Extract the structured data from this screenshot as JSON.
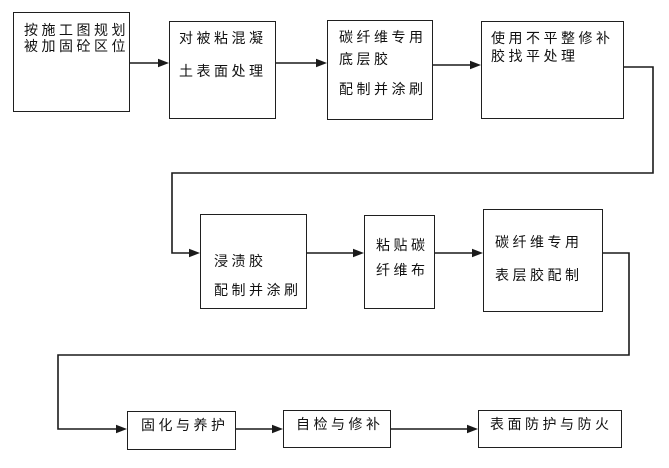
{
  "diagram": {
    "type": "flowchart",
    "background": "#ffffff",
    "line_color": "#1a1a1a",
    "text_color": "#111111",
    "nodes": [
      {
        "id": "plan-area",
        "lines": [
          "按施工图规划",
          "被加固砼区位"
        ]
      },
      {
        "id": "concrete-surface-treatment",
        "lines": [
          "对被粘混凝",
          "土表面处理"
        ]
      },
      {
        "id": "primer-glue-apply",
        "lines": [
          "碳纤维专用",
          "底层胶",
          "配制并涂刷"
        ]
      },
      {
        "id": "leveling-repair",
        "lines": [
          "使用不平整修补",
          "胶找平处理"
        ]
      },
      {
        "id": "impregnation-glue-apply",
        "lines": [
          "浸渍胶",
          "配制并涂刷"
        ]
      },
      {
        "id": "paste-carbon-cloth",
        "lines": [
          "粘贴碳",
          "纤维布"
        ]
      },
      {
        "id": "surface-glue-prepare",
        "lines": [
          "碳纤维专用",
          "表层胶配制"
        ]
      },
      {
        "id": "curing-maintenance",
        "lines": [
          "固化与养护"
        ]
      },
      {
        "id": "self-check-repair",
        "lines": [
          "自检与修补"
        ]
      },
      {
        "id": "surface-fire-protection",
        "lines": [
          "表面防护与防火"
        ]
      }
    ],
    "edges": [
      {
        "from": "plan-area",
        "to": "concrete-surface-treatment"
      },
      {
        "from": "concrete-surface-treatment",
        "to": "primer-glue-apply"
      },
      {
        "from": "primer-glue-apply",
        "to": "leveling-repair"
      },
      {
        "from": "leveling-repair",
        "to": "impregnation-glue-apply"
      },
      {
        "from": "impregnation-glue-apply",
        "to": "paste-carbon-cloth"
      },
      {
        "from": "paste-carbon-cloth",
        "to": "surface-glue-prepare"
      },
      {
        "from": "surface-glue-prepare",
        "to": "curing-maintenance"
      },
      {
        "from": "curing-maintenance",
        "to": "self-check-repair"
      },
      {
        "from": "self-check-repair",
        "to": "surface-fire-protection"
      }
    ]
  }
}
